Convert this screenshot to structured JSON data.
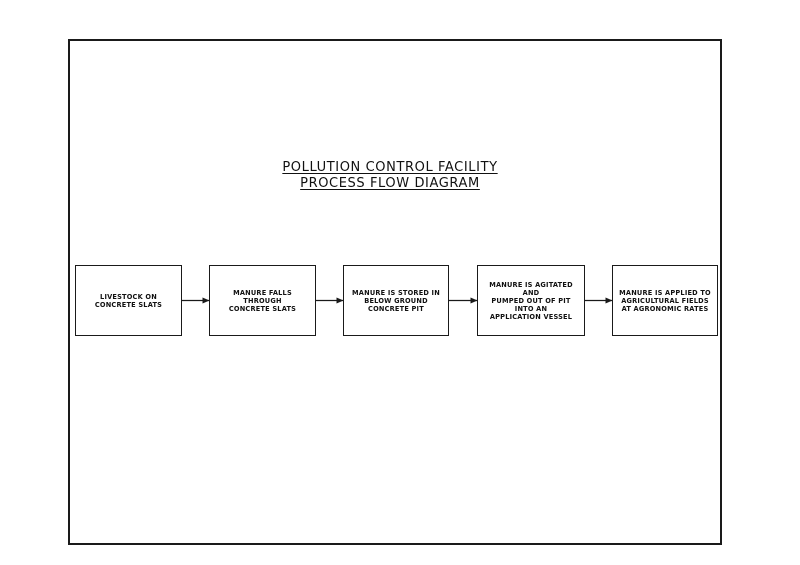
{
  "diagram": {
    "title_line1": "POLLUTION CONTROL FACILITY",
    "title_line2": "PROCESS FLOW DIAGRAM",
    "steps": [
      {
        "label": "LIVESTOCK ON\nCONCRETE SLATS"
      },
      {
        "label": "MANURE FALLS THROUGH\nCONCRETE SLATS"
      },
      {
        "label": "MANURE IS STORED IN\nBELOW GROUND\nCONCRETE PIT"
      },
      {
        "label": "MANURE IS AGITATED AND\nPUMPED OUT OF PIT\nINTO AN\nAPPLICATION VESSEL"
      },
      {
        "label": "MANURE IS APPLIED TO\nAGRICULTURAL FIELDS\nAT AGRONOMIC RATES"
      }
    ],
    "connections": [
      {
        "from": 0,
        "to": 1
      },
      {
        "from": 1,
        "to": 2
      },
      {
        "from": 2,
        "to": 3
      },
      {
        "from": 3,
        "to": 4
      }
    ]
  }
}
